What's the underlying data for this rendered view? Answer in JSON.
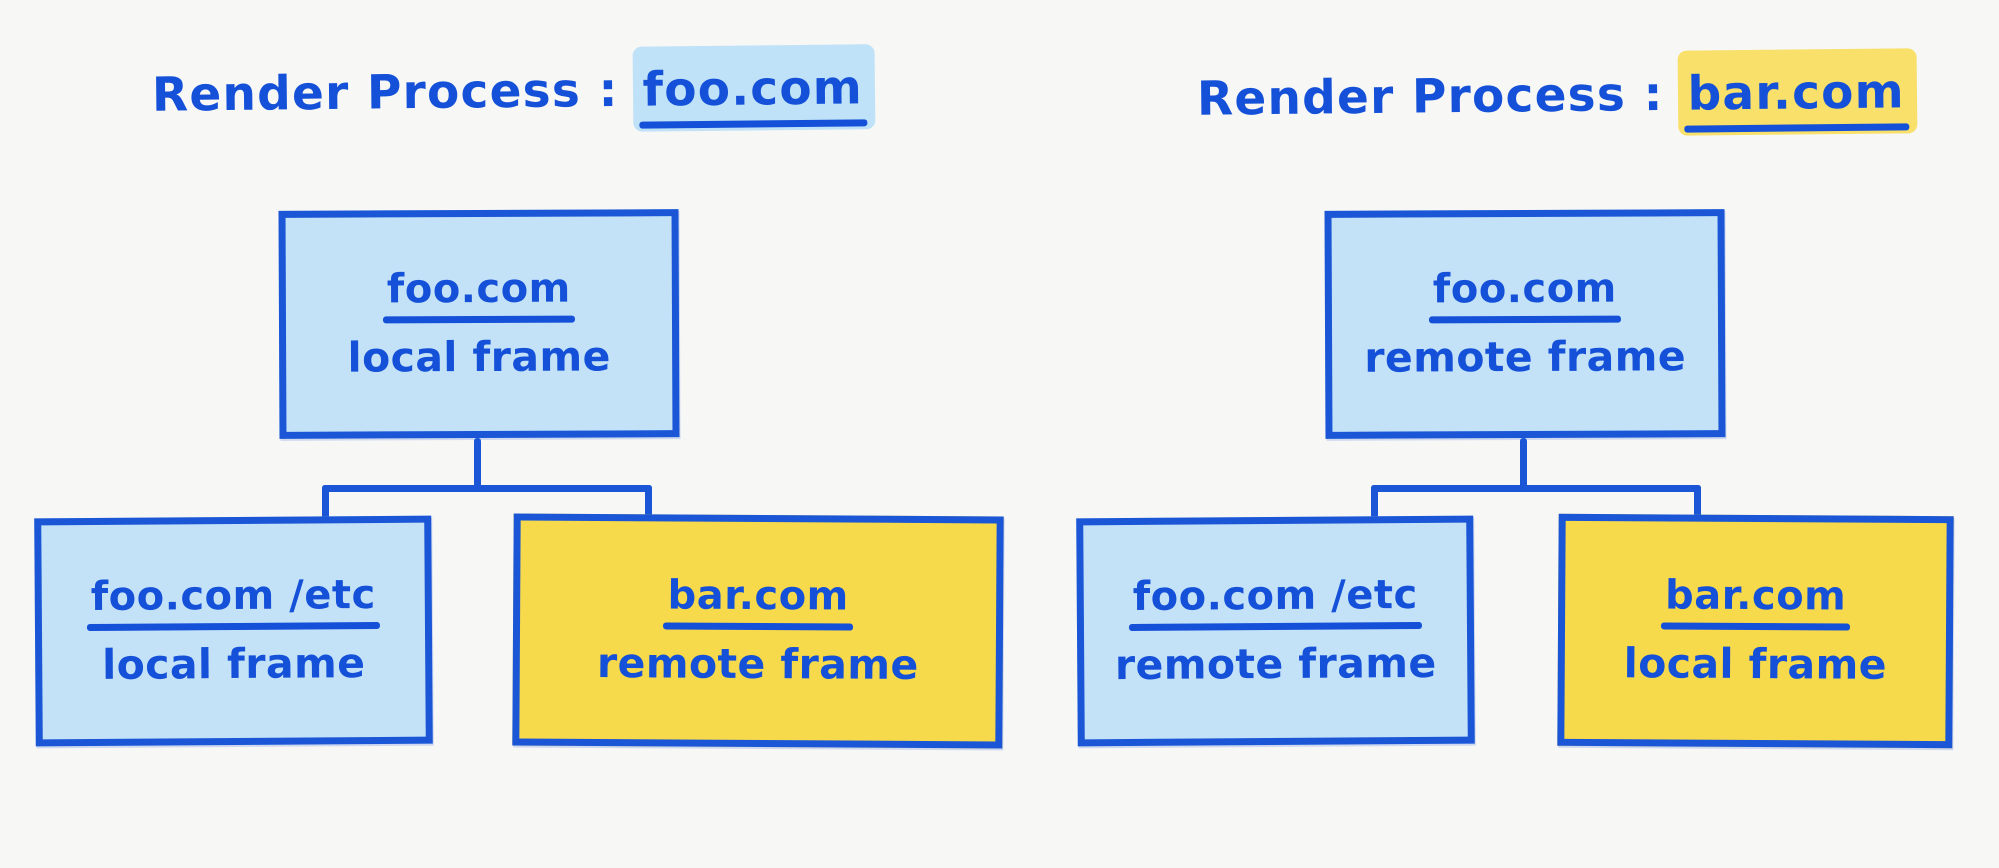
{
  "page": {
    "background_color": "#f7f7f5",
    "ink_color": "#1450d8",
    "blue_fill": "#c3e2f8",
    "yellow_fill": "#f7d94c"
  },
  "diagrams": [
    {
      "id": "left",
      "title": {
        "prefix": "Render Process :",
        "process_origin": "foo.com",
        "highlight": "blue"
      },
      "nodes": {
        "root": {
          "origin": "foo.com",
          "kind": "local frame",
          "fill": "blue"
        },
        "child_left": {
          "origin": "foo.com /etc",
          "kind": "local frame",
          "fill": "blue"
        },
        "child_right": {
          "origin": "bar.com",
          "kind": "remote frame",
          "fill": "yellow"
        }
      }
    },
    {
      "id": "right",
      "title": {
        "prefix": "Render Process :",
        "process_origin": "bar.com",
        "highlight": "yellow"
      },
      "nodes": {
        "root": {
          "origin": "foo.com",
          "kind": "remote frame",
          "fill": "blue"
        },
        "child_left": {
          "origin": "foo.com /etc",
          "kind": "remote frame",
          "fill": "blue"
        },
        "child_right": {
          "origin": "bar.com",
          "kind": "local frame",
          "fill": "yellow"
        }
      }
    }
  ]
}
